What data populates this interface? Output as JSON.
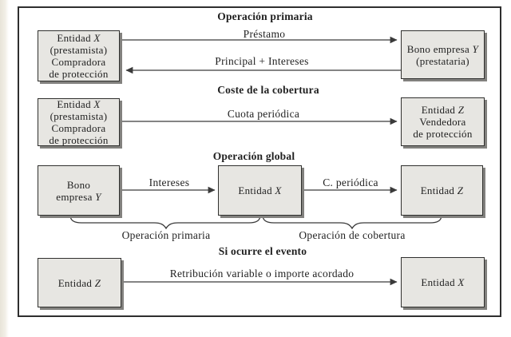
{
  "page": {
    "background": "#ffffff",
    "scan_edge_color": "#e8e4d9"
  },
  "diagram": {
    "colors": {
      "ink": "#1f1f1f",
      "line": "#3a3a3a",
      "frame_border": "#2e2e2e",
      "box_fill": "#e7e6e2",
      "box_border": "#30302e",
      "box_shadow": "#82817e"
    },
    "sections": {
      "primary": {
        "title": "Operación primaria",
        "left_box": {
          "lines": [
            "Entidad X",
            "(prestamista)",
            "Compradora",
            "de protección"
          ]
        },
        "right_box": {
          "lines": [
            "Bono empresa Y",
            "(prestataria)"
          ]
        },
        "loan_arrow_label": "Préstamo",
        "repay_arrow_label": "Principal + Intereses"
      },
      "cost": {
        "title": "Coste de la cobertura",
        "left_box": {
          "lines": [
            "Entidad X",
            "(prestamista)",
            "Compradora",
            "de protección"
          ]
        },
        "right_box": {
          "lines": [
            "Entidad Z",
            "Vendedora",
            "de protección"
          ]
        },
        "fee_arrow_label": "Cuota periódica"
      },
      "global": {
        "title": "Operación global",
        "left_box": {
          "lines": [
            "Bono",
            "empresa Y"
          ]
        },
        "middle_box": {
          "lines": [
            "Entidad X"
          ]
        },
        "right_box": {
          "lines": [
            "Entidad Z"
          ]
        },
        "interest_arrow_label": "Intereses",
        "fee_arrow_label": "C. periódica",
        "left_brace_label": "Operación primaria",
        "right_brace_label": "Operación de cobertura"
      },
      "event": {
        "title": "Si ocurre el evento",
        "left_box": {
          "lines": [
            "Entidad Z"
          ]
        },
        "right_box": {
          "lines": [
            "Entidad X"
          ]
        },
        "payout_arrow_label": "Retribución variable o importe acordado"
      }
    }
  }
}
